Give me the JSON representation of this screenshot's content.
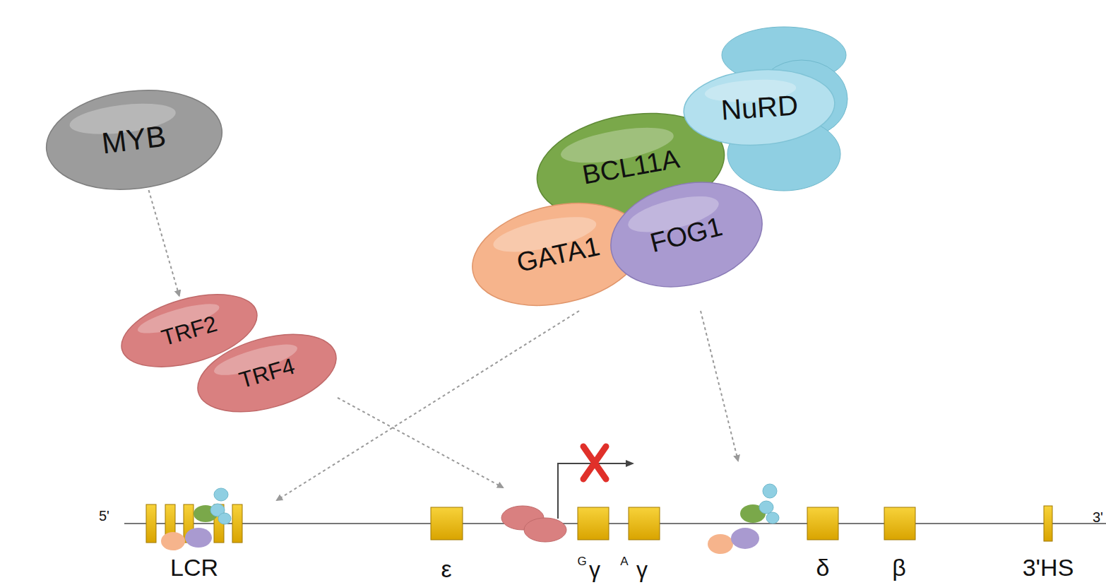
{
  "diagram": {
    "nodes": [
      {
        "text": [
          "MYB"
        ]
      },
      {
        "text": [
          "NuRD"
        ]
      },
      {
        "text": [
          "BCL11A"
        ]
      },
      {
        "text": [
          "GATA1"
        ]
      },
      {
        "text": [
          "FOG1"
        ]
      },
      {
        "text": [
          "TRF2"
        ]
      },
      {
        "text": [
          "TRF4"
        ]
      }
    ],
    "edges": [
      {
        "from": 0,
        "to": 5,
        "arrow": "to"
      }
    ],
    "labels": [
      "5'",
      "LCR",
      "ε",
      "G",
      "γ",
      "A",
      "γ",
      "δ",
      "β",
      "3'HS",
      "3'"
    ]
  }
}
